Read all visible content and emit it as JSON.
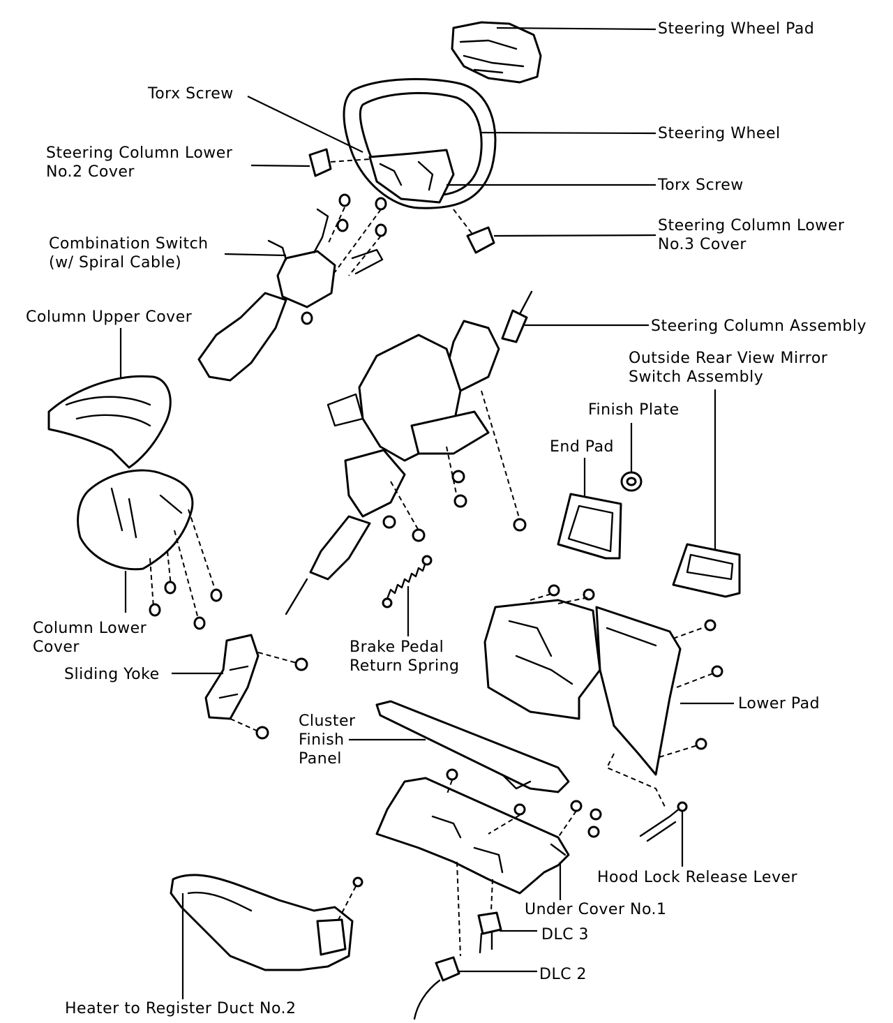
{
  "labels": {
    "steering_wheel_pad": "Steering Wheel Pad",
    "torx_screw_top": "Torx Screw",
    "steering_wheel": "Steering Wheel",
    "lower_no2_cover": [
      "Steering Column Lower",
      "No.2 Cover"
    ],
    "torx_screw_right": "Torx Screw",
    "lower_no3_cover": [
      "Steering Column Lower",
      "No.3 Cover"
    ],
    "combination_switch": [
      "Combination Switch",
      "(w/ Spiral Cable)"
    ],
    "column_upper_cover": "Column Upper Cover",
    "steering_column_assembly": "Steering Column Assembly",
    "outside_mirror_switch": [
      "Outside Rear View Mirror",
      "Switch Assembly"
    ],
    "finish_plate": "Finish Plate",
    "end_pad": "End Pad",
    "column_lower_cover": [
      "Column Lower",
      "Cover"
    ],
    "brake_pedal_spring": [
      "Brake Pedal",
      "Return Spring"
    ],
    "sliding_yoke": "Sliding Yoke",
    "lower_pad": "Lower Pad",
    "cluster_finish_panel": [
      "Cluster",
      "Finish",
      "Panel"
    ],
    "hood_lock_release": "Hood Lock Release Lever",
    "under_cover_no1": "Under Cover No.1",
    "dlc3": "DLC 3",
    "dlc2": "DLC 2",
    "heater_duct": "Heater to Register Duct No.2"
  }
}
